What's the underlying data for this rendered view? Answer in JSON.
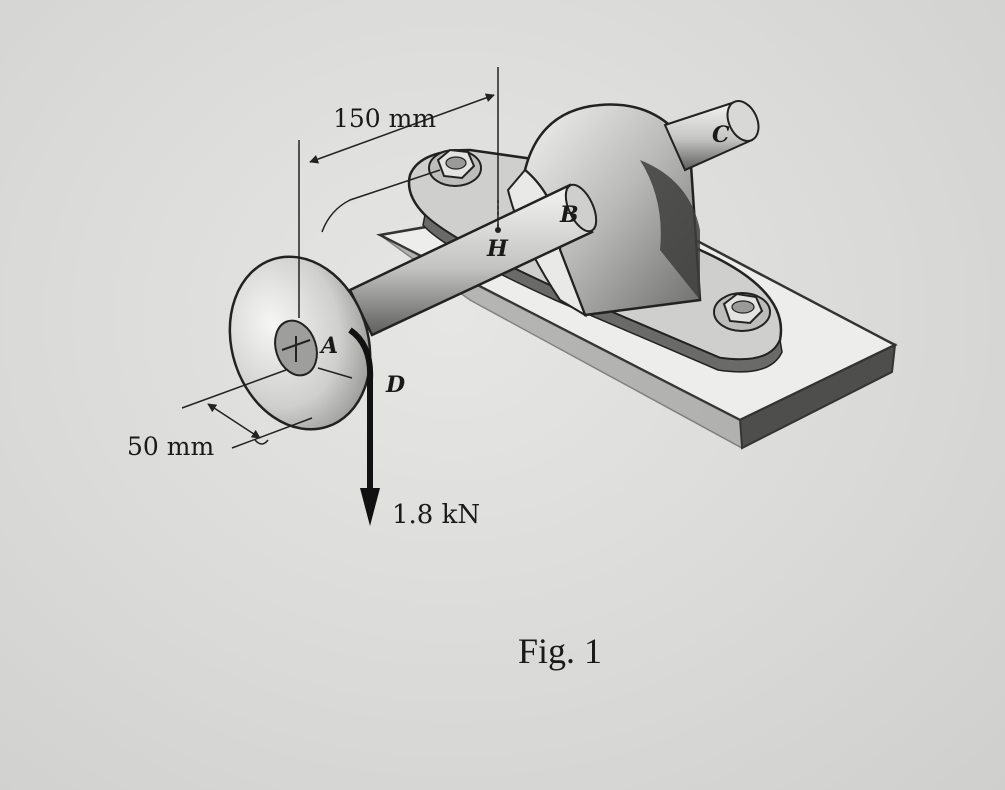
{
  "figure": {
    "caption": "Fig. 1",
    "dimensions": {
      "length": "150 mm",
      "radius": "50 mm"
    },
    "points": {
      "a": "A",
      "b": "B",
      "c": "C",
      "d": "D",
      "h": "H"
    },
    "load": "1.8 kN"
  }
}
